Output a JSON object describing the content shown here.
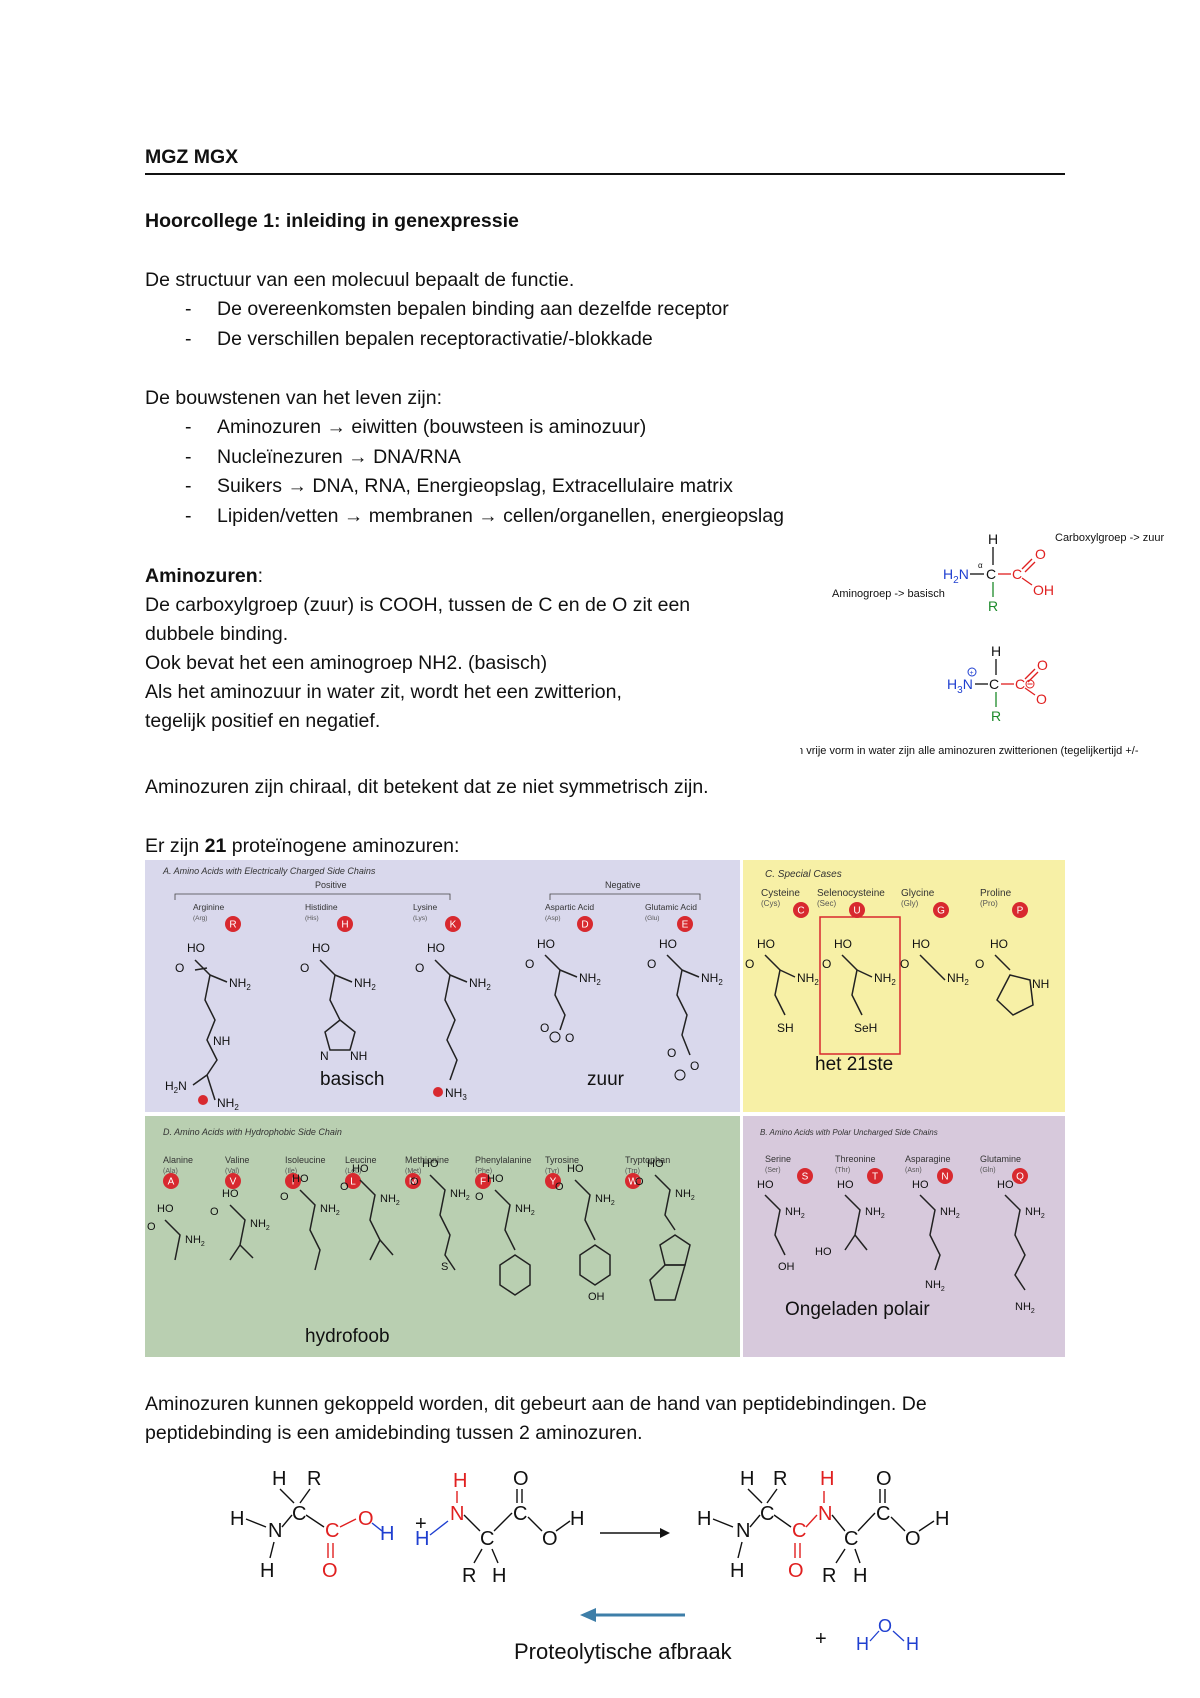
{
  "header": {
    "title": "MGZ MGX"
  },
  "lecture": {
    "title": "Hoorcollege 1: inleiding in genexpressie"
  },
  "structure_section": {
    "intro": "De structuur van een molecuul bepaalt de functie.",
    "items": [
      "De overeenkomsten bepalen binding aan dezelfde receptor",
      "De verschillen bepalen receptoractivatie/-blokkade"
    ]
  },
  "building_blocks": {
    "intro": "De bouwstenen van het leven zijn:",
    "items": [
      "Aminozuren → eiwitten (bouwsteen is aminozuur)",
      "Nucleïnezuren → DNA/RNA",
      "Suikers → DNA, RNA, Energieopslag, Extracellulaire matrix",
      "Lipiden/vetten → membranen → cellen/organellen, energieopslag"
    ]
  },
  "amino_acids": {
    "heading": "Aminozuren",
    "heading_colon": ":",
    "lines": [
      "De carboxylgroep (zuur) is COOH, tussen de C en de O zit een",
      "dubbele binding.",
      "Ook bevat het een aminogroep NH2. (basisch)",
      "Als het aminozuur in water zit, wordt het een zwitterion,",
      "tegelijk positief en negatief."
    ],
    "chiral": "Aminozuren zijn chiraal, dit betekent dat ze niet symmetrisch zijn.",
    "count_pre": "Er zijn ",
    "count_num": "21",
    "count_post": " proteïnogene aminozuren:"
  },
  "diagram1": {
    "carboxyl_label": "Carboxylgroep -> zuur",
    "amino_label": "Aminogroep -> basisch",
    "zwitterion_caption": "In vrije vorm in water zijn alle aminozuren zwitterionen (tegelijkertijd +/-"
  },
  "chart": {
    "panelA": {
      "title": "A.  Amino Acids with Electrically Charged Side Chains",
      "positive": "Positive",
      "negative": "Negative",
      "acids": [
        {
          "name": "Arginine",
          "abbr": "(Arg)",
          "code": "R"
        },
        {
          "name": "Histidine",
          "abbr": "(His)",
          "code": "H"
        },
        {
          "name": "Lysine",
          "abbr": "(Lys)",
          "code": "K"
        },
        {
          "name": "Aspartic Acid",
          "abbr": "(Asp)",
          "code": "D"
        },
        {
          "name": "Glutamic Acid",
          "abbr": "(Glu)",
          "code": "E"
        }
      ],
      "label_basic": "basisch",
      "label_acid": "zuur"
    },
    "panelC": {
      "title": "C.  Special Cases",
      "acids": [
        {
          "name": "Cysteine",
          "abbr": "(Cys)",
          "code": "C"
        },
        {
          "name": "Selenocysteine",
          "abbr": "(Sec)",
          "code": "U"
        },
        {
          "name": "Glycine",
          "abbr": "(Gly)",
          "code": "G"
        },
        {
          "name": "Proline",
          "abbr": "(Pro)",
          "code": "P"
        }
      ],
      "label": "het 21ste"
    },
    "panelD": {
      "title": "D.  Amino Acids with Hydrophobic Side Chain",
      "acids": [
        {
          "name": "Alanine",
          "abbr": "(Ala)",
          "code": "A"
        },
        {
          "name": "Valine",
          "abbr": "(Val)",
          "code": "V"
        },
        {
          "name": "Isoleucine",
          "abbr": "(Ile)",
          "code": "I"
        },
        {
          "name": "Leucine",
          "abbr": "(Leu)",
          "code": "L"
        },
        {
          "name": "Methionine",
          "abbr": "(Met)",
          "code": "M"
        },
        {
          "name": "Phenylalanine",
          "abbr": "(Phe)",
          "code": "F"
        },
        {
          "name": "Tyrosine",
          "abbr": "(Tyr)",
          "code": "Y"
        },
        {
          "name": "Tryptophan",
          "abbr": "(Trp)",
          "code": "W"
        }
      ],
      "label": "hydrofoob"
    },
    "panelB": {
      "title": "B.  Amino Acids with Polar Uncharged Side Chains",
      "acids": [
        {
          "name": "Serine",
          "abbr": "(Ser)",
          "code": "S"
        },
        {
          "name": "Threonine",
          "abbr": "(Thr)",
          "code": "T"
        },
        {
          "name": "Asparagine",
          "abbr": "(Asn)",
          "code": "N"
        },
        {
          "name": "Glutamine",
          "abbr": "(Gln)",
          "code": "Q"
        }
      ],
      "label": "Ongeladen polair"
    }
  },
  "peptide": {
    "line1": "Aminozuren kunnen gekoppeld worden, dit gebeurt aan de hand van peptidebindingen. De",
    "line2": "peptidebinding is een amidebinding tussen 2 aminozuren.",
    "proteolysis_label": "Proteolytische afbraak"
  },
  "colors": {
    "panelA": "#d9d8ec",
    "panelC": "#f7f0a6",
    "panelD": "#b9cfb1",
    "panelB": "#d7c9dc",
    "badge": "#d8292f",
    "red": "#e02020",
    "blue": "#1f3fd0",
    "green": "#1c8a2a",
    "arrow": "#3e7ea8"
  }
}
